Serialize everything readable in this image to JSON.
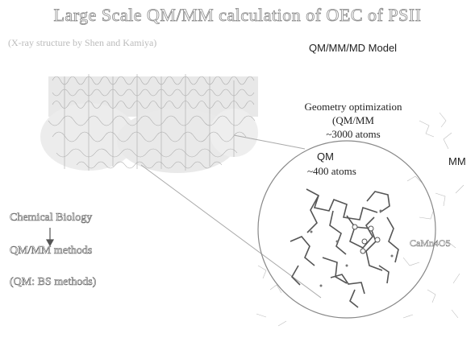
{
  "slide": {
    "title": "Large Scale QM/MM calculation of OEC of PSII",
    "xray_caption": "(X-ray structure by Shen and Kamiya)",
    "model_label": "QM/MM/MD Model",
    "geometry_lines": [
      "Geometry optimization",
      "(QM/MM",
      "~3000 atoms"
    ],
    "qm_label": "QM",
    "qm_atoms": "~400 atoms",
    "mm_label": "MM",
    "chemical_biology": "Chemical Biology",
    "qmmm_methods": "QM/MM methods",
    "bs_methods": "(QM: BS methods)",
    "cluster_label": "CaMn4O5"
  },
  "colors": {
    "title_outline": "#8a8a8a",
    "protein_gray": "#9a9a9a",
    "sphere_outline": "#888888",
    "text": "#222222"
  }
}
